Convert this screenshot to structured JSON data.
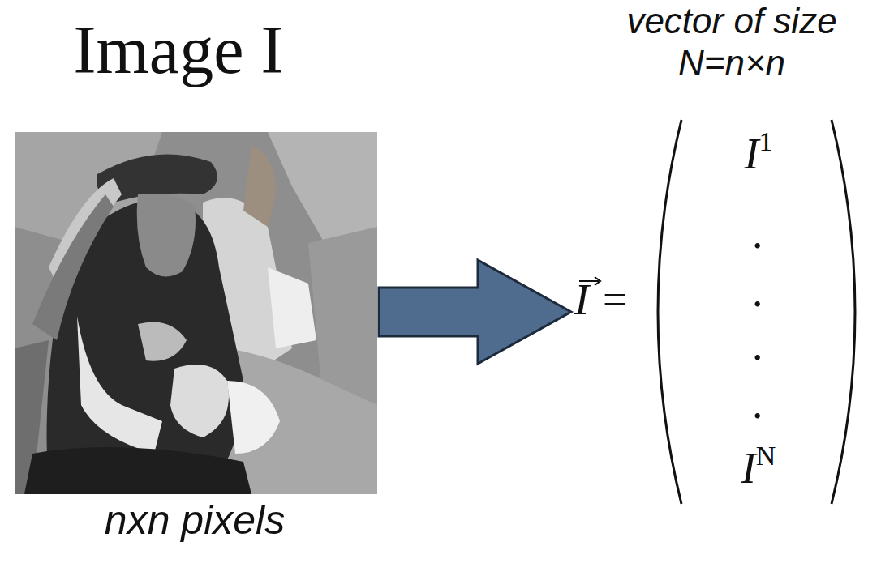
{
  "diagram": {
    "nodes": [
      {
        "text": [
          "Image I",
          "nxn pixels"
        ]
      },
      {
        "text": [
          "vector of size N=n×n",
          "I =",
          "I1",
          ".",
          ".",
          ".",
          ".",
          "IN"
        ]
      }
    ],
    "edges": [
      {
        "from": 0,
        "to": 1,
        "arrow": "to"
      }
    ]
  }
}
